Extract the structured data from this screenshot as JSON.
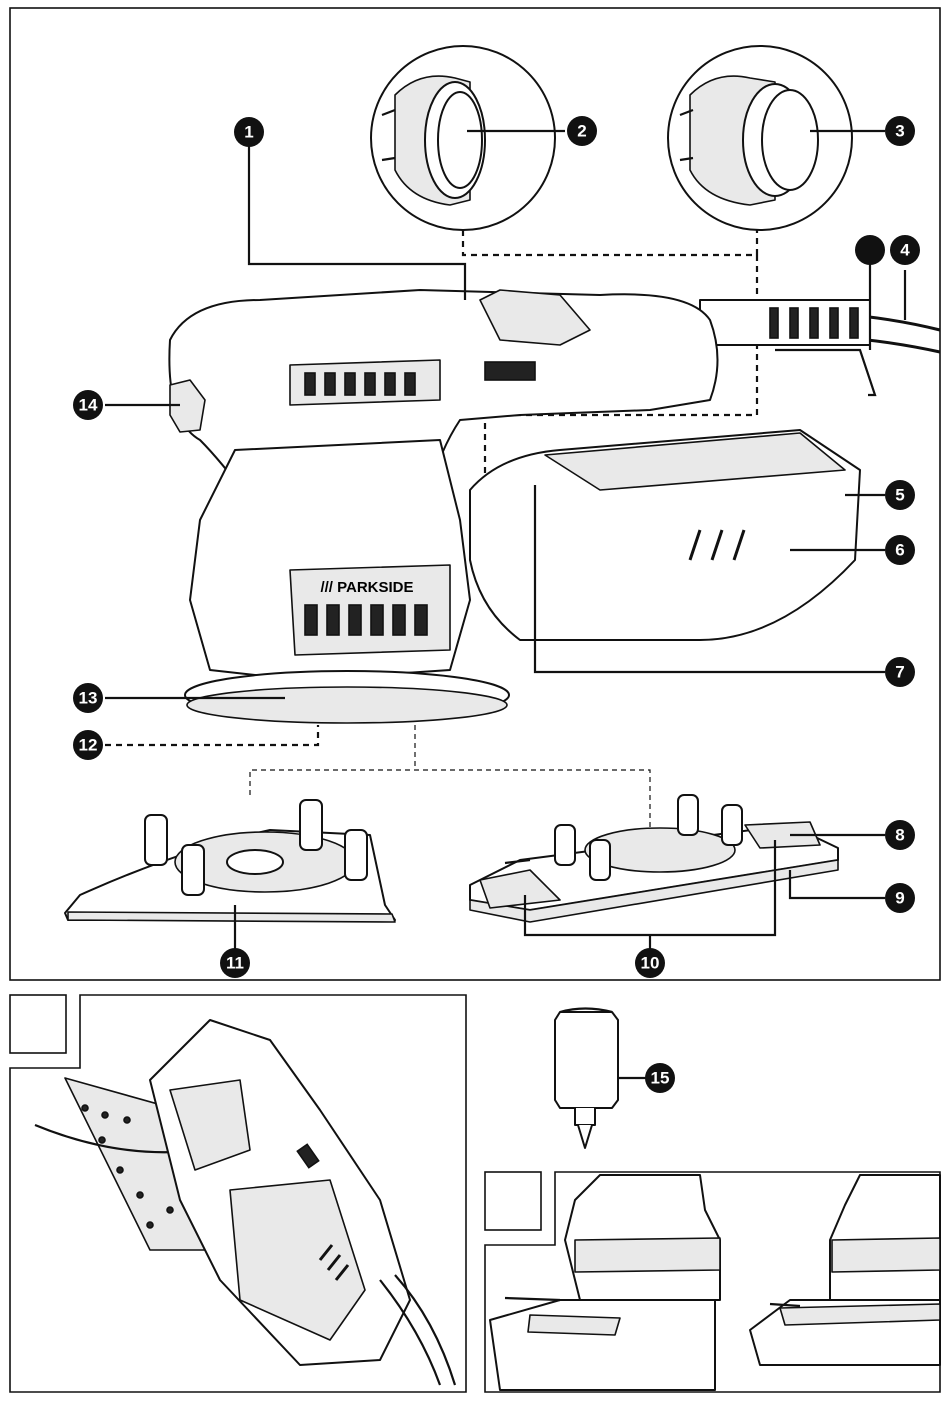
{
  "callouts": [
    {
      "id": "c1",
      "label": "1"
    },
    {
      "id": "c2",
      "label": "2"
    },
    {
      "id": "c3",
      "label": "3"
    },
    {
      "id": "c4",
      "label": "4"
    },
    {
      "id": "c4b",
      "label": ""
    },
    {
      "id": "c5",
      "label": "5"
    },
    {
      "id": "c6",
      "label": "6"
    },
    {
      "id": "c7",
      "label": "7"
    },
    {
      "id": "c8",
      "label": "8"
    },
    {
      "id": "c9",
      "label": "9"
    },
    {
      "id": "c10",
      "label": "10"
    },
    {
      "id": "c11",
      "label": "11"
    },
    {
      "id": "c12",
      "label": "12"
    },
    {
      "id": "c13",
      "label": "13"
    },
    {
      "id": "c14",
      "label": "14"
    },
    {
      "id": "c15",
      "label": "15"
    }
  ],
  "panels": {
    "panel_a_label": "",
    "panel_b_label": ""
  },
  "product": {
    "brand": "/// PARKSIDE"
  }
}
